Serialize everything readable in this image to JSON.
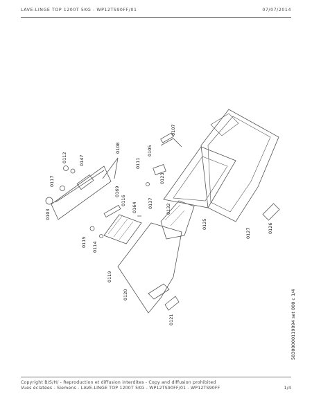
{
  "header": {
    "title": "LAVE-LINGE TOP 1200T 5KG - WP12TS90FF/01",
    "date": "07/07/2014"
  },
  "drawing": {
    "reference": "58300000119094 set 000 c 1/4",
    "parts": [
      "0103",
      "0117",
      "0112",
      "0147",
      "0108",
      "0111",
      "0105",
      "0107",
      "0115",
      "0114",
      "0169",
      "0116",
      "0164",
      "0123",
      "0137",
      "0132",
      "0119",
      "0120",
      "0121",
      "0125",
      "0127",
      "0126"
    ]
  },
  "footer": {
    "copyright": "Copyright B/S/H/ - Reproduction et diffusion interdites - Copy and diffusion prohibited",
    "description": "Vues éclatées - Siemens - LAVE-LINGE TOP 1200T 5KG - WP12TS90FF/01 - WP12TS90FF",
    "page": "1/4"
  }
}
